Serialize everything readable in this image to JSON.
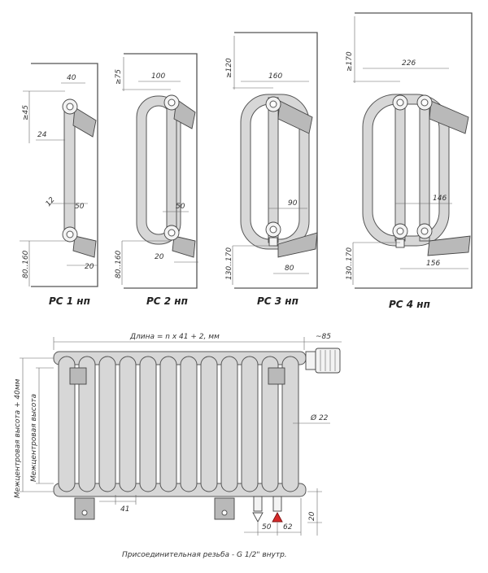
{
  "models": [
    {
      "label": "РС 1 нп",
      "top_clear": "≥45",
      "width": "40",
      "section_dim": "24",
      "angle_dim": "12",
      "center_dim": "50",
      "bottom_clear": "80..160",
      "back_dim": "20"
    },
    {
      "label": "РС 2 нп",
      "top_clear": "≥75",
      "width": "100",
      "center_dim": "50",
      "bottom_clear": "80..160",
      "back_dim": "20"
    },
    {
      "label": "РС 3 нп",
      "top_clear": "≥120",
      "width": "160",
      "center_dim": "90",
      "bottom_clear": "130..170",
      "back_dim": "80"
    },
    {
      "label": "РС 4 нп",
      "top_clear": "≥170",
      "width": "226",
      "center_dim": "146",
      "bottom_clear": "130..170",
      "back_dim": "156"
    }
  ],
  "front": {
    "length_formula": "Длина = n x 41 + 2, мм",
    "valve_dim": "~85",
    "outer_height_label": "Межцентровая высота + 40мм",
    "center_height_label": "Межцентровая высота",
    "pipe_diameter": "Ø 22",
    "section_pitch": "41",
    "conn_dim_1": "50",
    "conn_dim_2": "62",
    "bottom_dim": "20",
    "thread_note": "Присоединительная резьба - G 1/2\" внутр."
  }
}
